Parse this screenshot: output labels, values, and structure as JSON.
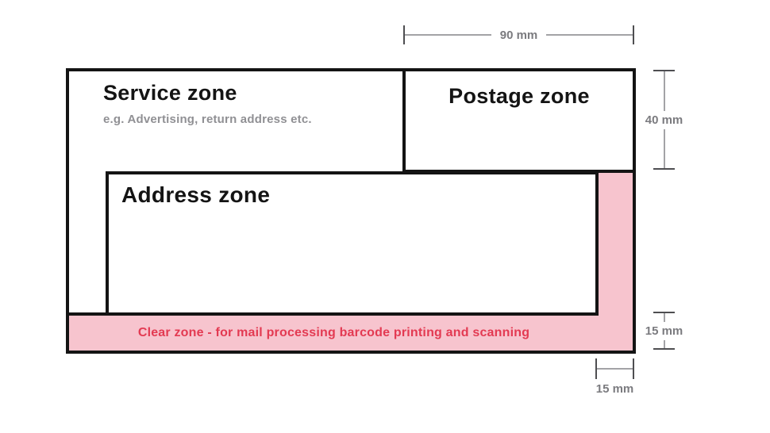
{
  "diagram": {
    "title": "envelope-zones-layout",
    "zones": {
      "service": {
        "title": "Service zone",
        "subtitle": "e.g. Advertising, return address etc."
      },
      "postage": {
        "title": "Postage zone"
      },
      "address": {
        "title": "Address zone"
      },
      "clear": {
        "label": "Clear zone - for mail processing barcode printing and scanning"
      }
    },
    "dimensions": {
      "top_width": "90 mm",
      "postage_height": "40 mm",
      "clear_strip_height": "15 mm",
      "clear_strip_width": "15 mm"
    },
    "colors": {
      "border": "#141414",
      "clear_zone_fill": "#f7c4ce",
      "clear_zone_text": "#e33a52",
      "dimension_line": "#a3a3a6",
      "dimension_tick": "#4e4e51",
      "dimension_label": "#7b7b7f",
      "subtitle_text": "#909094"
    }
  }
}
